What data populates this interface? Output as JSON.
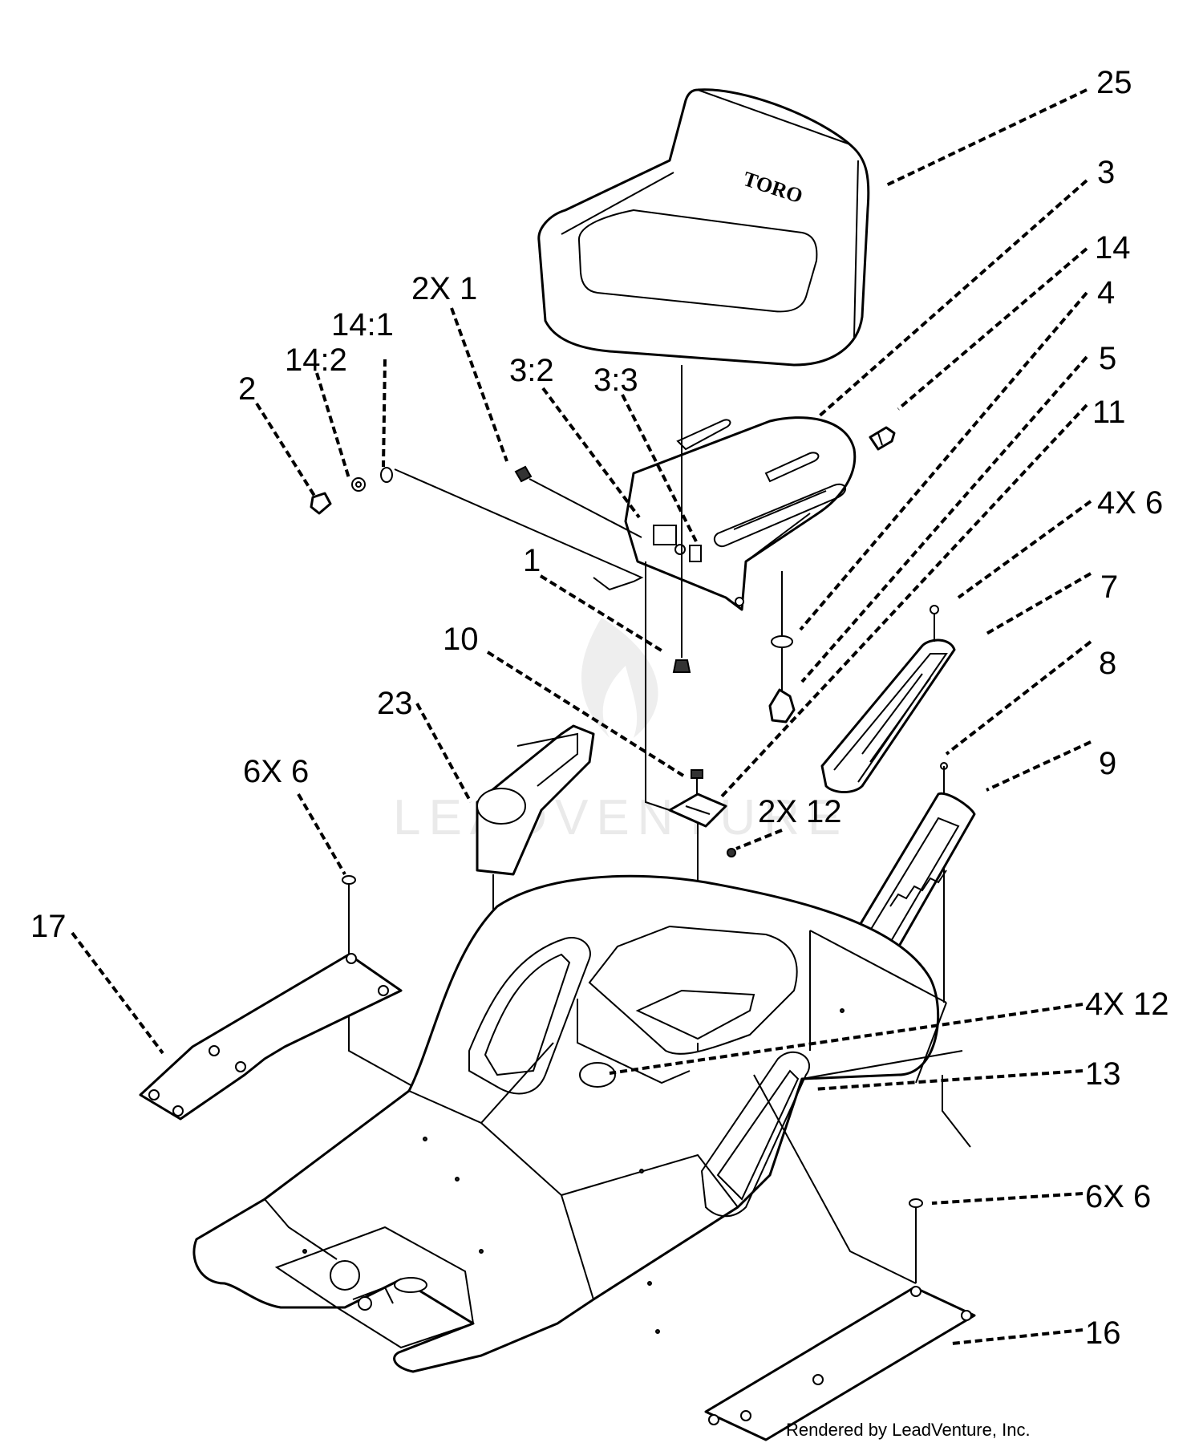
{
  "callouts": {
    "c25": "25",
    "c3": "3",
    "c14": "14",
    "c4": "4",
    "c5": "5",
    "c11": "11",
    "c4x6": "4X 6",
    "c7": "7",
    "c8": "8",
    "c9": "9",
    "c2x12": "2X 12",
    "c2x1": "2X 1",
    "c14_1": "14:1",
    "c14_2": "14:2",
    "c2": "2",
    "c3_2": "3:2",
    "c3_3": "3:3",
    "c1": "1",
    "c10": "10",
    "c23": "23",
    "c6x6_left": "6X 6",
    "c17": "17",
    "c4x12": "4X 12",
    "c13": "13",
    "c6x6_right": "6X 6",
    "c16": "16"
  },
  "seat_logo": "TORO",
  "watermark": "LEADVENTURE",
  "footer": "Rendered by LeadVenture, Inc."
}
